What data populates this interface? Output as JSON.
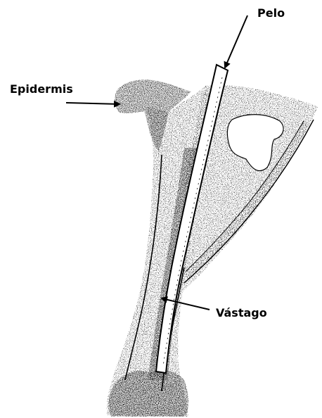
{
  "labels": {
    "hair": "Pelo",
    "epidermis": "Epidermis",
    "shaft": "Vástago"
  },
  "colors": {
    "ink": "#000000",
    "background": "#ffffff",
    "hair_fill": "#ffffff"
  }
}
